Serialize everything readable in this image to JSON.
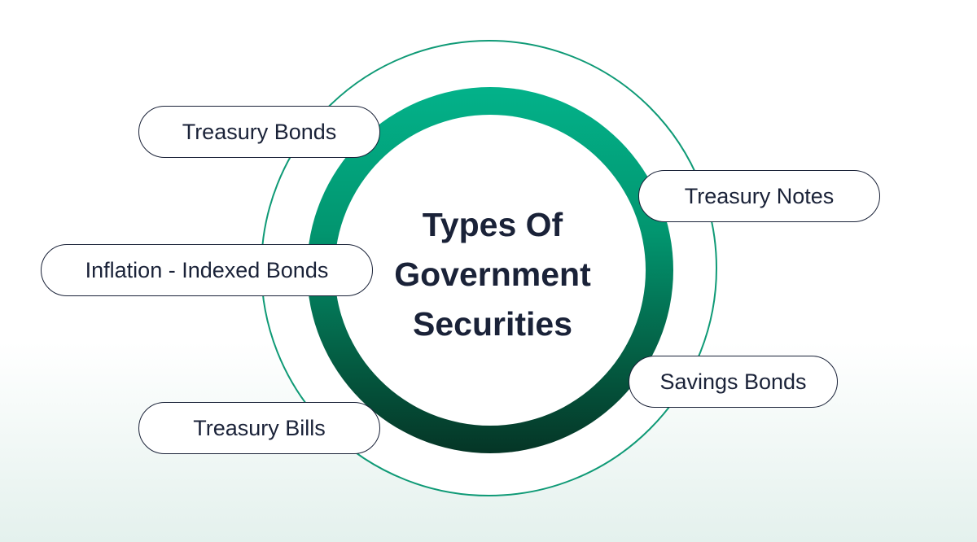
{
  "title": {
    "line1": "Types Of",
    "line2": "Government",
    "line3": "Securities"
  },
  "items": [
    {
      "label": "Treasury Bonds"
    },
    {
      "label": "Treasury Notes"
    },
    {
      "label": "Inflation - Indexed Bonds"
    },
    {
      "label": "Savings Bonds"
    },
    {
      "label": "Treasury Bills"
    }
  ],
  "colors": {
    "ring_top": "#03b28a",
    "ring_bottom": "#053526",
    "text": "#1a2238",
    "outer_stroke": "#0f9a76"
  }
}
